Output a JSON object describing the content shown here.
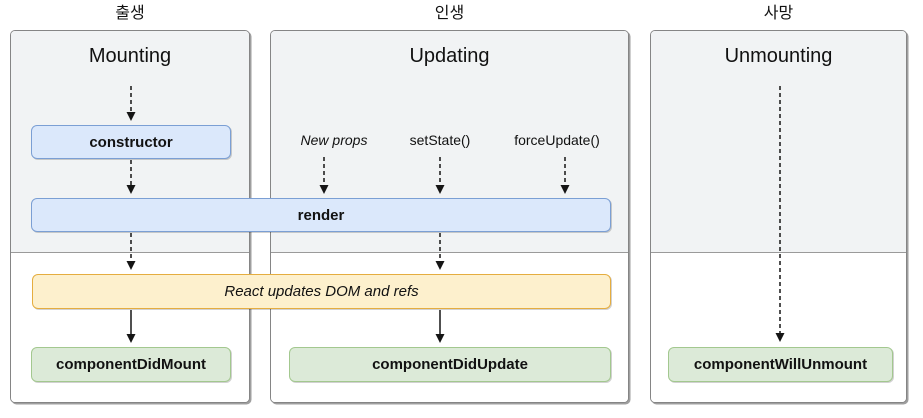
{
  "diagram": {
    "columns": [
      {
        "id": "mounting",
        "header": "출생",
        "title": "Mounting"
      },
      {
        "id": "updating",
        "header": "인생",
        "title": "Updating"
      },
      {
        "id": "unmounting",
        "header": "사망",
        "title": "Unmounting"
      }
    ],
    "updating_triggers": {
      "new_props": "New props",
      "set_state": "setState()",
      "force_update": "forceUpdate()"
    },
    "boxes": {
      "constructor": "constructor",
      "render": "render",
      "react_updates_dom": "React updates DOM and refs",
      "component_did_mount": "componentDidMount",
      "component_did_update": "componentDidUpdate",
      "component_will_unmount": "componentWillUnmount"
    },
    "colors": {
      "method_box_fill": "#dbe8fb",
      "method_box_border": "#7b9fd4",
      "commit_box_fill": "#dcead8",
      "commit_box_border": "#a3c88f",
      "dom_box_fill": "#fdf0cd",
      "dom_box_border": "#e5ad3f",
      "panel_top_fill": "#f1f3f4",
      "panel_border": "#858585",
      "arrow": "#151515"
    }
  }
}
